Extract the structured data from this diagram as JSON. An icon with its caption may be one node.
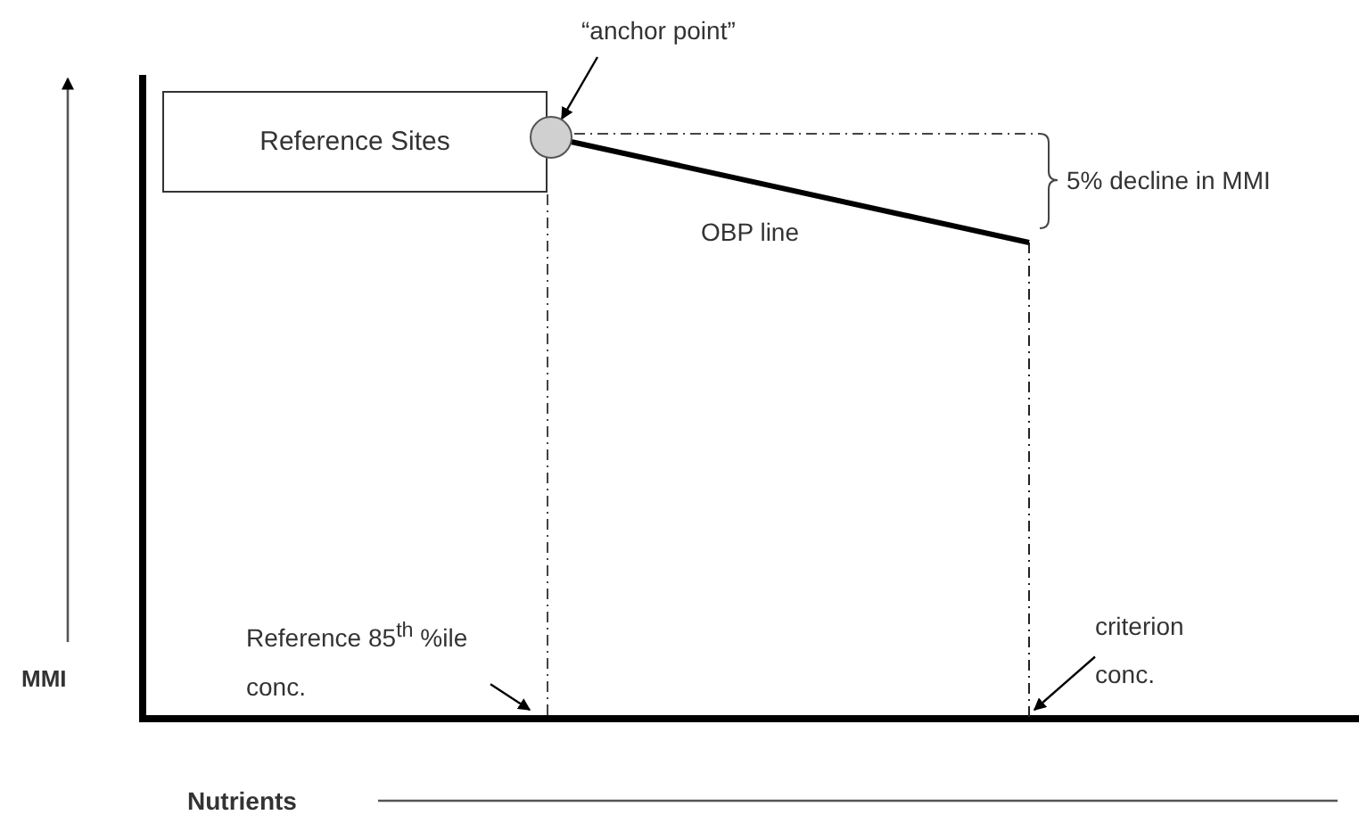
{
  "diagram": {
    "nodes": [
      {
        "text": [
          "Reference Sites"
        ]
      },
      {
        "text": [
          "“anchor point”"
        ]
      },
      {
        "text": [],
        "shape": "circle"
      },
      {
        "text": [
          "Reference 85$^{th}$ %ile conc."
        ]
      },
      {
        "text": [
          "criterion conc."
        ]
      }
    ],
    "edges": [
      {
        "from": 1,
        "to": 2,
        "arrow": "to"
      },
      {
        "from": 3,
        "to": null,
        "arrow": "to"
      },
      {
        "from": 4,
        "to": null,
        "arrow": "to"
      }
    ],
    "labels": [
      "5% decline in MMI",
      "OBP line",
      "MMI",
      "Nutrients"
    ]
  }
}
